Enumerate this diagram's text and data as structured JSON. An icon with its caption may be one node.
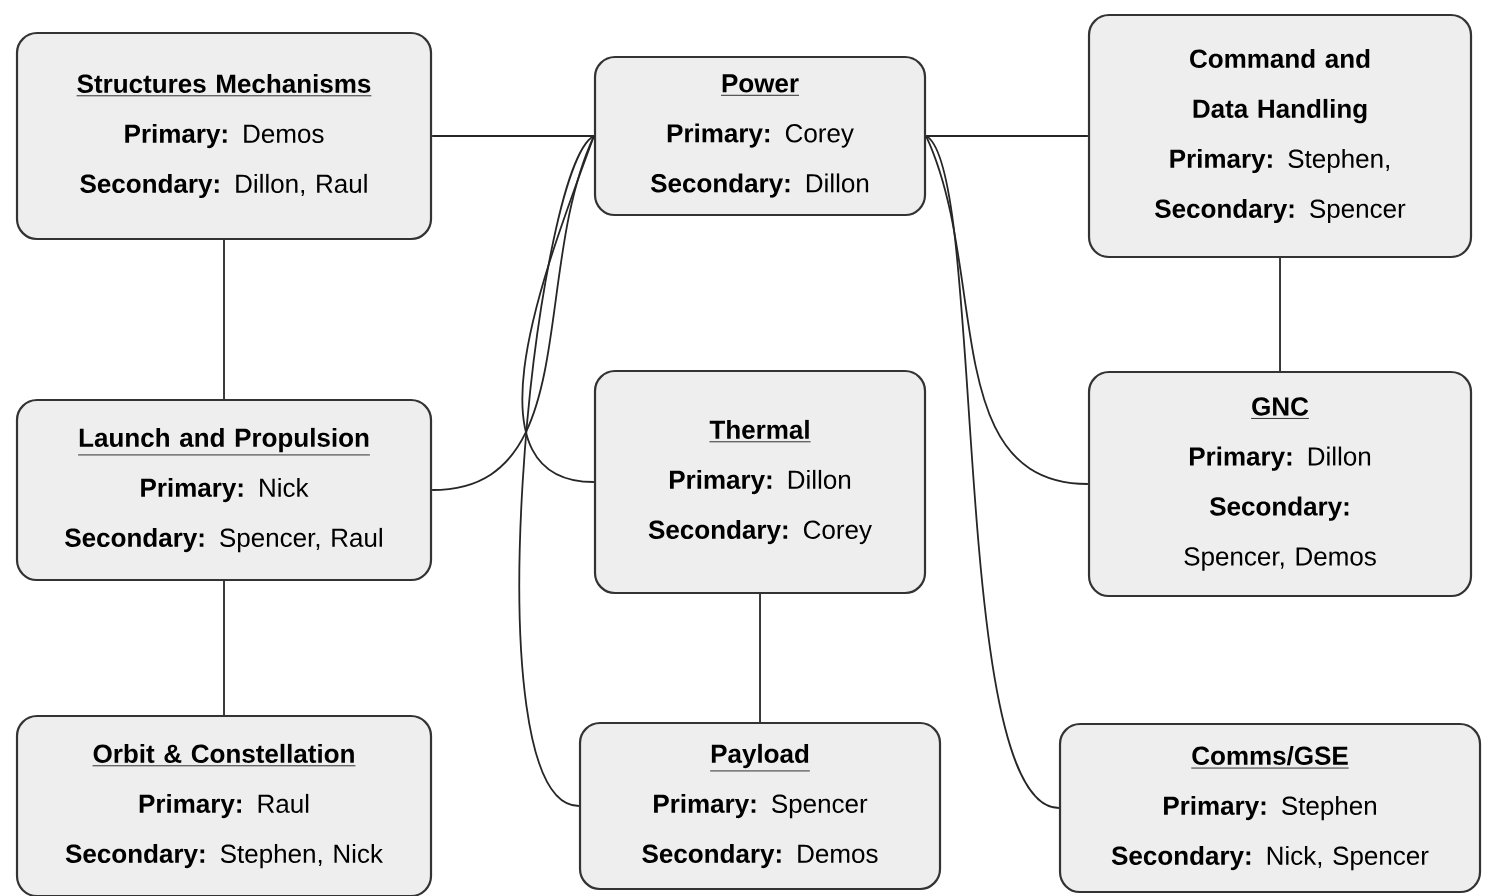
{
  "diagram": {
    "nodes": [
      {
        "text": [
          "Structures Mechanisms",
          "**Primary:** Demos",
          "**Secondary:** Dillon, Raul"
        ]
      },
      {
        "text": [
          "Power",
          "**Primary:** Corey",
          "**Secondary:** Dillon"
        ]
      },
      {
        "text": [
          "Command and Data Handling",
          "**Primary:** Stephen,",
          "**Secondary:** Spencer"
        ]
      },
      {
        "text": [
          "Launch and Propulsion",
          "**Primary:** Nick",
          "**Secondary:** Spencer, Raul"
        ]
      },
      {
        "text": [
          "Thermal",
          "**Primary:** Dillon",
          "**Secondary:** Corey"
        ]
      },
      {
        "text": [
          "GNC",
          "**Primary:** Dillon",
          "**Secondary:** Spencer, Demos"
        ]
      },
      {
        "text": [
          "Orbit & Constellation",
          "**Primary:** Raul",
          "**Secondary:** Stephen, Nick"
        ]
      },
      {
        "text": [
          "Payload",
          "**Primary:** Spencer",
          "**Secondary:** Demos"
        ]
      },
      {
        "text": [
          "Comms/GSE",
          "**Primary:** Stephen",
          "**Secondary:** Nick, Spencer"
        ]
      }
    ],
    "edges": [
      {
        "from": 1,
        "to": 0,
        "arrow": "none"
      },
      {
        "from": 1,
        "to": 3,
        "arrow": "none"
      },
      {
        "from": 1,
        "to": 4,
        "arrow": "none"
      },
      {
        "from": 1,
        "to": 7,
        "arrow": "none"
      },
      {
        "from": 1,
        "to": 2,
        "arrow": "none"
      },
      {
        "from": 1,
        "to": 5,
        "arrow": "none"
      },
      {
        "from": 1,
        "to": 8,
        "arrow": "none"
      },
      {
        "from": 0,
        "to": 3,
        "arrow": "none"
      },
      {
        "from": 3,
        "to": 6,
        "arrow": "none"
      },
      {
        "from": 4,
        "to": 7,
        "arrow": "none"
      },
      {
        "from": 2,
        "to": 5,
        "arrow": "none"
      }
    ]
  }
}
